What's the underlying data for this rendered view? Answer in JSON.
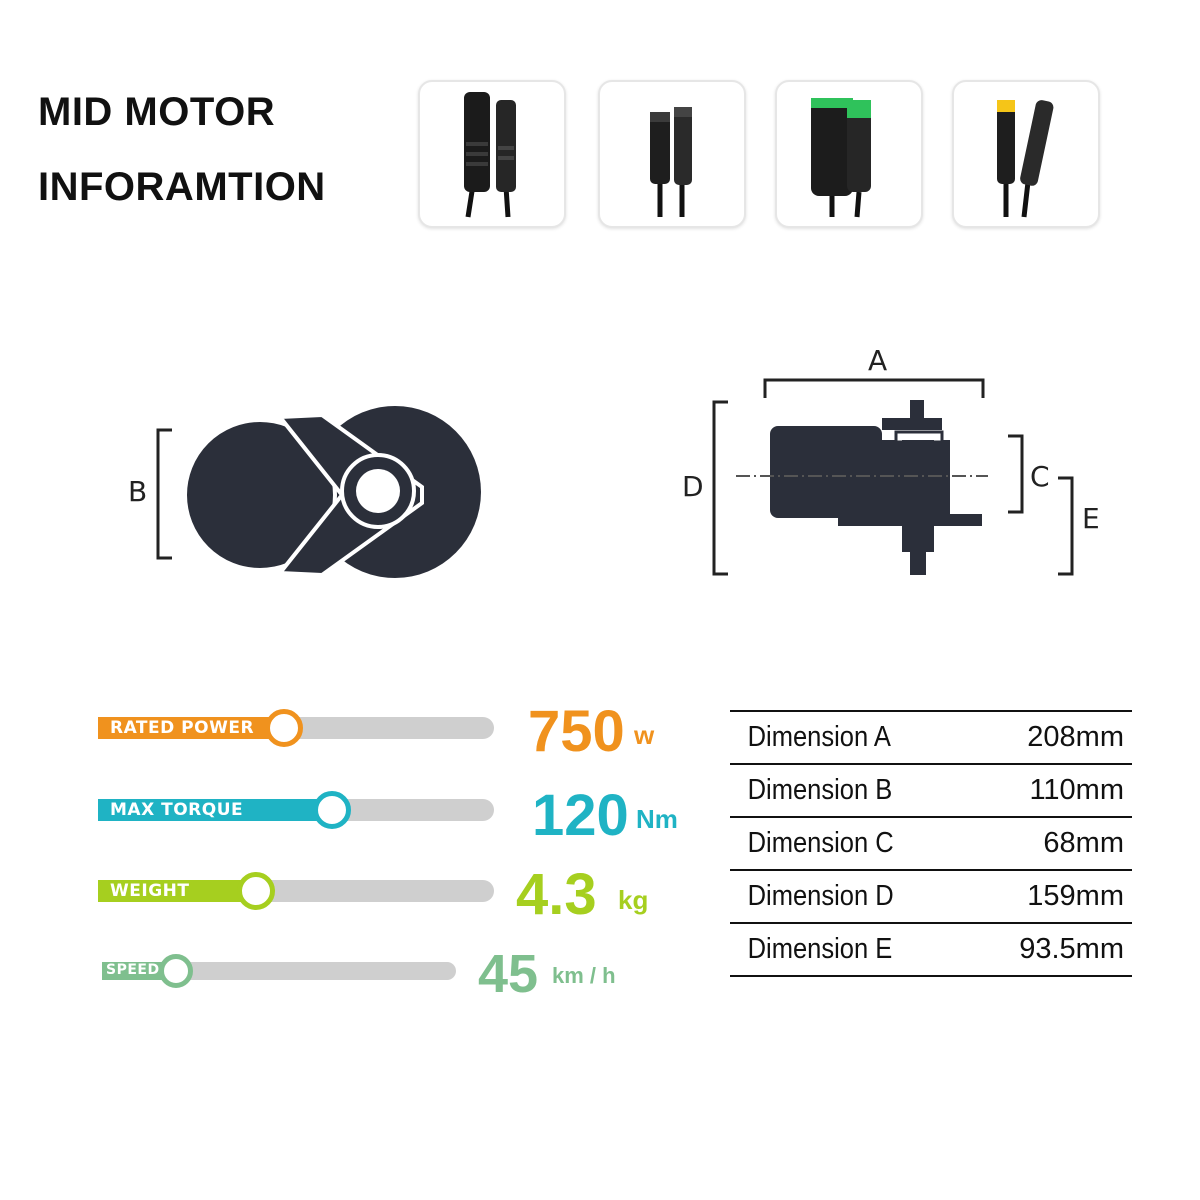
{
  "header": {
    "title_line1": "MID MOTOR",
    "title_line2": "INFORAMTION"
  },
  "connectors": [
    {
      "name": "black-connector-pair",
      "accent": "#222222"
    },
    {
      "name": "small-black-connector-pair",
      "accent": "#222222"
    },
    {
      "name": "green-tip-connector-pair",
      "accent": "#2fc25b"
    },
    {
      "name": "yellow-tip-connector-pair",
      "accent": "#f5c518"
    }
  ],
  "diagram": {
    "labels": {
      "a": "A",
      "b": "B",
      "c": "C",
      "d": "D",
      "e": "E"
    },
    "motor_color": "#2b2f3a"
  },
  "specs": [
    {
      "label": "RATED POWER",
      "value": "750",
      "unit": "w",
      "color": "#f0921e",
      "level": 0.47
    },
    {
      "label": "MAX TORQUE",
      "value": "120",
      "unit": "Nm",
      "color": "#1fb3c4",
      "level": 0.59
    },
    {
      "label": "WEIGHT",
      "value": "4.3",
      "unit": "kg",
      "color": "#a6cf1f",
      "level": 0.4
    },
    {
      "label": "SPEED",
      "value": "45",
      "unit": "km / h",
      "color": "#7fbf8e",
      "level": 0.21
    }
  ],
  "dimensions": [
    {
      "label": "Dimension A",
      "value": "208mm"
    },
    {
      "label": "Dimension B",
      "value": "110mm"
    },
    {
      "label": "Dimension C",
      "value": "68mm"
    },
    {
      "label": "Dimension D",
      "value": "159mm"
    },
    {
      "label": "Dimension E",
      "value": "93.5mm"
    }
  ]
}
